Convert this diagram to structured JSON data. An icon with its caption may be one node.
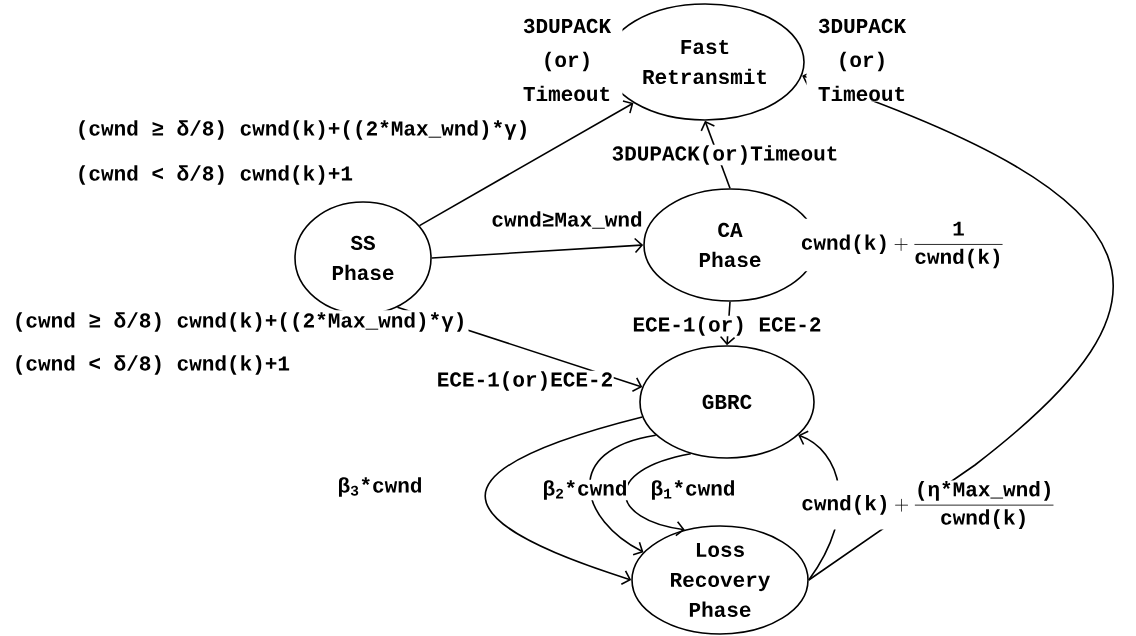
{
  "diagram": {
    "nodes": [
      {
        "text": [
          "Fast Retransmit"
        ]
      },
      {
        "text": [
          "SS Phase"
        ]
      },
      {
        "text": [
          "CA Phase"
        ],
        "beside": [
          "\\text{cwnd(k)}+\\dfrac{\\text{1}}{\\text{cwnd(k)}}"
        ]
      },
      {
        "text": [
          "GBRC"
        ]
      },
      {
        "text": [
          "Loss Recovery Phase"
        ]
      }
    ],
    "edges": [
      {
        "from": 1,
        "to": 0,
        "arrow": "to",
        "label": "3DUPACK (or) Timeout"
      },
      {
        "from": 1,
        "to": 2,
        "arrow": "to",
        "label": "cwnd≥Max_wnd"
      },
      {
        "from": 2,
        "to": 0,
        "arrow": "to",
        "label": "3DUPACK(or)Timeout"
      },
      {
        "from": 2,
        "to": 3,
        "arrow": "to",
        "label": "ECE-1(or) ECE-2"
      },
      {
        "from": 1,
        "to": 3,
        "arrow": "to",
        "label": "ECE-1(or)ECE-2"
      },
      {
        "from": 3,
        "to": 4,
        "arrow": "to",
        "label": "β$_{3}$*cwnd"
      },
      {
        "from": 3,
        "to": 4,
        "arrow": "to",
        "label": "β$_{2}$*cwnd"
      },
      {
        "from": 3,
        "to": 4,
        "arrow": "to",
        "label": "β$_{1}$*cwnd"
      },
      {
        "from": 4,
        "to": 3,
        "arrow": "to",
        "label": "\\text{cwnd(k)}+\\dfrac{\\text{(η*Max\\_wnd)}}{\\text{cwnd(k)}}"
      },
      {
        "from": 4,
        "to": 0,
        "arrow": "to",
        "label": "3DUPACK (or) Timeout"
      }
    ],
    "labels": [
      "(cwnd ≥ δ/8) cwnd(k)+((2*Max_wnd)*γ)",
      "(cwnd < δ/8) cwnd(k)+1",
      "(cwnd ≥ δ/8) cwnd(k)+((2*Max_wnd)*γ)",
      "(cwnd < δ/8) cwnd(k)+1"
    ]
  }
}
